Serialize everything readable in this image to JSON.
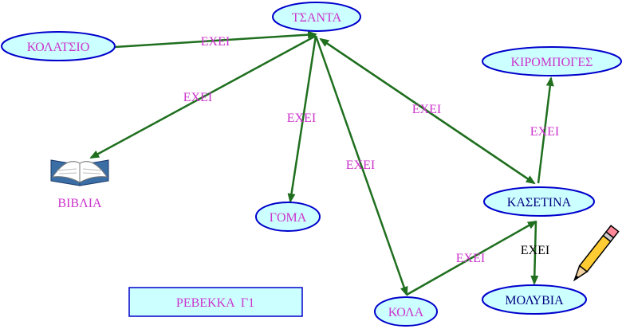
{
  "colors": {
    "node_fill": "#ccffff",
    "node_stroke": "#0000cc",
    "edge": "#1f6f1f",
    "label_pink": "#cc33cc",
    "text_dark": "#000080"
  },
  "nodes": {
    "tsanta": "ΤΣΑΝΤΑ",
    "kolatsio": "ΚΟΛΑΤΣΙΟ",
    "kirompoges": "ΚΙΡΟΜΠΟΓΕΣ",
    "kasetina": "ΚΑΣΕΤΙΝΑ",
    "goma": "ΓΟΜΑ",
    "kola": "ΚΟΛΑ",
    "molyvia": "ΜΟΛΥΒΙΑ",
    "vivlia": "ΒΙΒΛΙΑ"
  },
  "edges": {
    "kolatsio_tsanta": "ΕΧΕΙ",
    "tsanta_vivlia": "ΕΧΕΙ",
    "tsanta_goma": "ΕΧΕΙ",
    "tsanta_kola": "ΕΧΕΙ",
    "tsanta_kasetina": "ΕΧΕΙ",
    "kasetina_kirompoges": "ΕΧΕΙ",
    "kola_kasetina": "ΕΧΕΙ",
    "kasetina_molyvia": "ΕΧΕΙ"
  },
  "author_box": "ΡΕΒΕΚΚΑ  Γ1",
  "icons": {
    "book": "open-book-icon",
    "pencil": "pencil-icon"
  }
}
